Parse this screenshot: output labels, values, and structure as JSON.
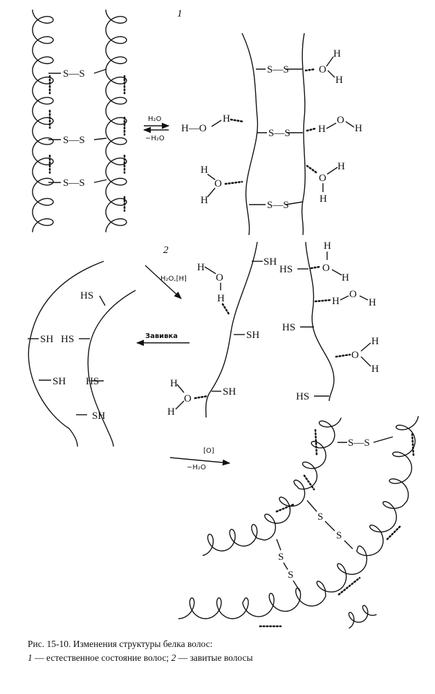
{
  "labels": {
    "stage1": "1",
    "stage2": "2"
  },
  "conditions": {
    "hydration_forward": "H2O",
    "hydration_reverse": "−H2O",
    "reduction": "H2O,[H]",
    "curling": "Завивка",
    "oxidation": "[O]",
    "oxidation_water": "−H2O"
  },
  "groups": {
    "ss": "S—S",
    "sh": "SH",
    "hs": "HS",
    "s": "S",
    "h": "H",
    "o": "O",
    "ho": "H—O"
  },
  "caption": {
    "line1": "Рис. 15-10. Изменения структуры белка волос:",
    "line2_num1": "1",
    "line2_text1": " — естественное состояние волос; ",
    "line2_num2": "2",
    "line2_text2": " — завитые волосы"
  }
}
